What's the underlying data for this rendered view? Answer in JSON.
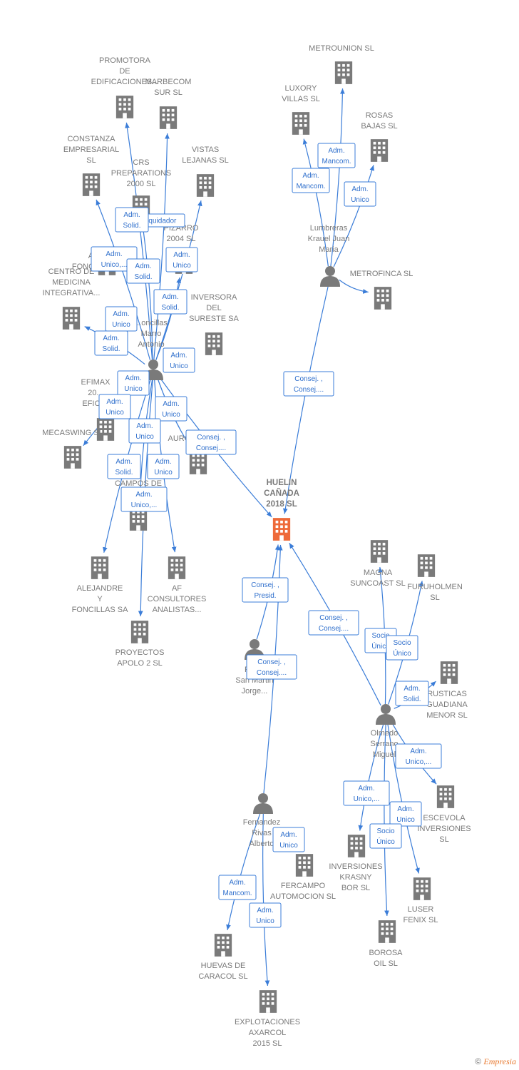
{
  "colors": {
    "edge": "#3b7dd8",
    "company": "#7a7a7a",
    "focus": "#ee6a3a",
    "person": "#7a7a7a"
  },
  "nodes": [
    {
      "id": "huelin",
      "type": "company",
      "focus": true,
      "label": [
        "HUELIN",
        "CAÑADA",
        "2018 SL"
      ]
    },
    {
      "id": "promotora",
      "type": "company",
      "label": [
        "PROMOTORA",
        "DE",
        "EDIFICACIONES..."
      ]
    },
    {
      "id": "marbecom",
      "type": "company",
      "label": [
        "MARBECOM",
        "SUR SL"
      ]
    },
    {
      "id": "constanza",
      "type": "company",
      "label": [
        "CONSTANZA",
        "EMPRESARIAL",
        "SL"
      ]
    },
    {
      "id": "crs",
      "type": "company",
      "label": [
        "CRS",
        "PREPARATIONS",
        "2000 SL"
      ]
    },
    {
      "id": "vistas",
      "type": "company",
      "label": [
        "VISTAS",
        "LEJANAS SL"
      ]
    },
    {
      "id": "pizarro",
      "type": "company",
      "label": [
        "PIZARRO",
        "2004 SL"
      ]
    },
    {
      "id": "an",
      "type": "company",
      "label": [
        "AN...",
        "FONCILLAS..."
      ]
    },
    {
      "id": "centro",
      "type": "company",
      "label": [
        "CENTRO DE",
        "MEDICINA",
        "INTEGRATIVA..."
      ]
    },
    {
      "id": "inversora",
      "type": "company",
      "label": [
        "INVERSORA",
        "DEL",
        "SURESTE SA"
      ]
    },
    {
      "id": "efimax",
      "type": "company",
      "label": [
        "EFIMAX",
        "20...",
        "EFICI..."
      ]
    },
    {
      "id": "mecaswing",
      "type": "company",
      "label": [
        "MECASWING SL"
      ]
    },
    {
      "id": "auro",
      "type": "company",
      "label": [
        "AURO..."
      ]
    },
    {
      "id": "campos",
      "type": "company",
      "label": [
        "CAMPOS DE",
        "ALH..."
      ]
    },
    {
      "id": "alejandre",
      "type": "company",
      "label": [
        "ALEJANDRE",
        "Y",
        "FONCILLAS SA"
      ]
    },
    {
      "id": "afcons",
      "type": "company",
      "label": [
        "AF",
        "CONSULTORES",
        "ANALISTAS..."
      ]
    },
    {
      "id": "proyectos",
      "type": "company",
      "label": [
        "PROYECTOS",
        "APOLO 2 SL"
      ]
    },
    {
      "id": "foncillas",
      "type": "person",
      "label": [
        "...oncillas",
        "Marro",
        "Antonio"
      ]
    },
    {
      "id": "metrounion",
      "type": "company",
      "label": [
        "METROUNION SL"
      ]
    },
    {
      "id": "luxory",
      "type": "company",
      "label": [
        "LUXORY",
        "VILLAS SL"
      ]
    },
    {
      "id": "rosas",
      "type": "company",
      "label": [
        "ROSAS",
        "BAJAS SL"
      ]
    },
    {
      "id": "lumbreras",
      "type": "person",
      "label": [
        "Lumbreras",
        "Krauel Juan",
        "Maria"
      ]
    },
    {
      "id": "metrofinca",
      "type": "company",
      "label": [
        "METROFINCA SL"
      ]
    },
    {
      "id": "magna",
      "type": "company",
      "label": [
        "MAGNA",
        "SUNCOAST SL"
      ]
    },
    {
      "id": "furuholmen",
      "type": "company",
      "label": [
        "FURUHOLMEN",
        "SL"
      ]
    },
    {
      "id": "rusticas",
      "type": "company",
      "label": [
        "RUSTICAS",
        "GUADIANA",
        "MENOR SL"
      ]
    },
    {
      "id": "olmedo",
      "type": "person",
      "label": [
        "Olmedo",
        "Serrano",
        "Miguel"
      ]
    },
    {
      "id": "escevola",
      "type": "company",
      "label": [
        "ESCEVOLA",
        "INVERSIONES",
        "SL"
      ]
    },
    {
      "id": "krasny",
      "type": "company",
      "label": [
        "INVERSIONES",
        "KRASNY",
        "BOR SL"
      ]
    },
    {
      "id": "luser",
      "type": "company",
      "label": [
        "LUSER",
        "FENIX SL"
      ]
    },
    {
      "id": "borosa",
      "type": "company",
      "label": [
        "BOROSA",
        "OIL SL"
      ]
    },
    {
      "id": "pes",
      "type": "person",
      "label": [
        "Pes...",
        "San Martin",
        "Jorge..."
      ]
    },
    {
      "id": "fernandez",
      "type": "person",
      "label": [
        "Fernandez",
        "Rivas",
        "Alberto"
      ]
    },
    {
      "id": "fercampo",
      "type": "company",
      "label": [
        "FERCAMPO",
        "AUTOMOCION SL"
      ]
    },
    {
      "id": "huevas",
      "type": "company",
      "label": [
        "HUEVAS DE",
        "CARACOL SL"
      ]
    },
    {
      "id": "explotaciones",
      "type": "company",
      "label": [
        "EXPLOTACIONES",
        "AXARCOL",
        "2015 SL"
      ]
    }
  ],
  "edges": [
    {
      "from": "foncillas",
      "to": "promotora"
    },
    {
      "from": "foncillas",
      "to": "marbecom"
    },
    {
      "from": "foncillas",
      "to": "constanza"
    },
    {
      "from": "foncillas",
      "to": "vistas"
    },
    {
      "from": "foncillas",
      "to": "pizarro"
    },
    {
      "from": "foncillas",
      "to": "centro"
    },
    {
      "from": "foncillas",
      "to": "crs"
    },
    {
      "from": "foncillas",
      "to": "mecaswing"
    },
    {
      "from": "foncillas",
      "to": "auro"
    },
    {
      "from": "foncillas",
      "to": "alejandre"
    },
    {
      "from": "foncillas",
      "to": "campos"
    },
    {
      "from": "foncillas",
      "to": "afcons"
    },
    {
      "from": "foncillas",
      "to": "proyectos"
    },
    {
      "from": "foncillas",
      "to": "huelin"
    },
    {
      "from": "lumbreras",
      "to": "metrounion"
    },
    {
      "from": "lumbreras",
      "to": "luxory"
    },
    {
      "from": "lumbreras",
      "to": "rosas"
    },
    {
      "from": "lumbreras",
      "to": "metrofinca"
    },
    {
      "from": "lumbreras",
      "to": "huelin"
    },
    {
      "from": "olmedo",
      "to": "huelin"
    },
    {
      "from": "olmedo",
      "to": "magna"
    },
    {
      "from": "olmedo",
      "to": "furuholmen"
    },
    {
      "from": "olmedo",
      "to": "rusticas"
    },
    {
      "from": "olmedo",
      "to": "escevola"
    },
    {
      "from": "olmedo",
      "to": "krasny"
    },
    {
      "from": "olmedo",
      "to": "luser"
    },
    {
      "from": "olmedo",
      "to": "borosa"
    },
    {
      "from": "pes",
      "to": "huelin"
    },
    {
      "from": "fernandez",
      "to": "huelin"
    },
    {
      "from": "fernandez",
      "to": "huevas"
    },
    {
      "from": "fernandez",
      "to": "explotaciones"
    }
  ],
  "edge_labels": [
    {
      "lines": [
        "Liquidador"
      ]
    },
    {
      "lines": [
        "Adm.",
        "Solid."
      ]
    },
    {
      "lines": [
        "Adm.",
        "Unico,..."
      ]
    },
    {
      "lines": [
        "Adm.",
        "Solid."
      ]
    },
    {
      "lines": [
        "Adm.",
        "Unico"
      ]
    },
    {
      "lines": [
        "Adm.",
        "Solid."
      ]
    },
    {
      "lines": [
        "Adm.",
        "Unico"
      ]
    },
    {
      "lines": [
        "Adm.",
        "Solid."
      ]
    },
    {
      "lines": [
        "Adm.",
        "Unico"
      ]
    },
    {
      "lines": [
        "Adm.",
        "Unico"
      ]
    },
    {
      "lines": [
        "Adm.",
        "Unico"
      ]
    },
    {
      "lines": [
        "Adm.",
        "Unico"
      ]
    },
    {
      "lines": [
        "Adm.",
        "Unico"
      ]
    },
    {
      "lines": [
        "Consej. ,",
        "Consej...."
      ]
    },
    {
      "lines": [
        "Adm.",
        "Solid."
      ]
    },
    {
      "lines": [
        "Adm.",
        "Unico"
      ]
    },
    {
      "lines": [
        "Adm.",
        "Unico,..."
      ]
    },
    {
      "lines": [
        "Adm.",
        "Mancom."
      ]
    },
    {
      "lines": [
        "Adm.",
        "Mancom."
      ]
    },
    {
      "lines": [
        "Adm.",
        "Unico"
      ]
    },
    {
      "lines": [
        "Consej. ,",
        "Consej...."
      ]
    },
    {
      "lines": [
        "Consej. ,",
        "Presid."
      ]
    },
    {
      "lines": [
        "Consej. ,",
        "Consej...."
      ]
    },
    {
      "lines": [
        "Consej. ,",
        "Consej...."
      ]
    },
    {
      "lines": [
        "Socio",
        "Único"
      ]
    },
    {
      "lines": [
        "Socio",
        "Único"
      ]
    },
    {
      "lines": [
        "Adm.",
        "Solid."
      ]
    },
    {
      "lines": [
        "Adm.",
        "Unico,..."
      ]
    },
    {
      "lines": [
        "Adm.",
        "Unico,..."
      ]
    },
    {
      "lines": [
        "Adm.",
        "Unico"
      ]
    },
    {
      "lines": [
        "Socio",
        "Único"
      ]
    },
    {
      "lines": [
        "Adm.",
        "Unico"
      ]
    },
    {
      "lines": [
        "Adm.",
        "Mancom."
      ]
    },
    {
      "lines": [
        "Adm.",
        "Unico"
      ]
    }
  ],
  "brand": {
    "copyright": "©",
    "name": "mpresia",
    "initial": "E"
  }
}
